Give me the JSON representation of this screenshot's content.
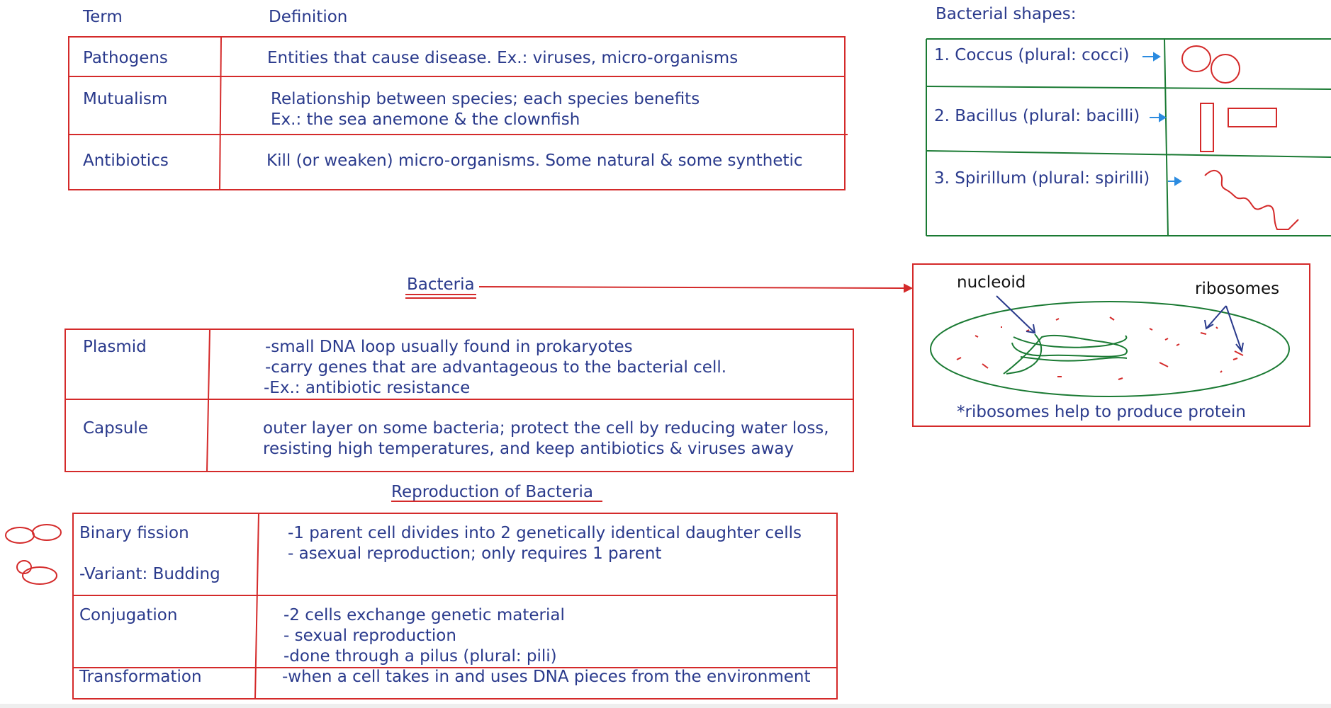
{
  "header": {
    "term": "Term",
    "definition": "Definition"
  },
  "terms": [
    {
      "term": "Pathogens",
      "lines": [
        "Entities that cause disease. Ex.: viruses, micro-organisms"
      ]
    },
    {
      "term": "Mutualism",
      "lines": [
        "Relationship between species; each species benefits",
        "Ex.: the sea anemone & the clownfish"
      ]
    },
    {
      "term": "Antibiotics",
      "lines": [
        "Kill (or weaken) micro-organisms. Some natural & some synthetic"
      ]
    }
  ],
  "shapes": {
    "title": "Bacterial shapes:",
    "rows": [
      "1. Coccus (plural: cocci)",
      "2. Bacillus (plural: bacilli)",
      "3. Spirillum (plural: spirilli)"
    ]
  },
  "bacteria": {
    "title": "Bacteria",
    "nucleoid_label": "nucleoid",
    "ribosomes_label": "ribosomes",
    "note": "*ribosomes help to produce protein"
  },
  "structures": [
    {
      "term": "Plasmid",
      "lines": [
        "-small DNA loop usually found in prokaryotes",
        " -carry genes that are advantageous to the bacterial cell.",
        "-Ex.: antibiotic resistance"
      ]
    },
    {
      "term": "Capsule",
      "lines": [
        "outer layer on some bacteria; protect the cell by reducing water loss,",
        "resisting high temperatures, and keep antibiotics & viruses away"
      ]
    }
  ],
  "reproduction": {
    "title": "Reproduction of Bacteria",
    "rows": [
      {
        "term": "Binary fission",
        "term2": "-Variant: Budding",
        "lines": [
          "-1 parent cell divides into 2 genetically identical daughter cells",
          "- asexual reproduction; only requires 1 parent"
        ]
      },
      {
        "term": "Conjugation",
        "lines": [
          "-2 cells exchange genetic material",
          "- sexual reproduction",
          "-done through a pilus (plural: pili)"
        ]
      },
      {
        "term": "Transformation",
        "lines": [
          "-when a cell takes in and uses DNA pieces from the environment"
        ]
      }
    ]
  },
  "colors": {
    "ink_blue": "#2a3a8c",
    "ink_red": "#d42a2a",
    "ink_green": "#1a7a33",
    "arrow_blue": "#2b8be0"
  }
}
